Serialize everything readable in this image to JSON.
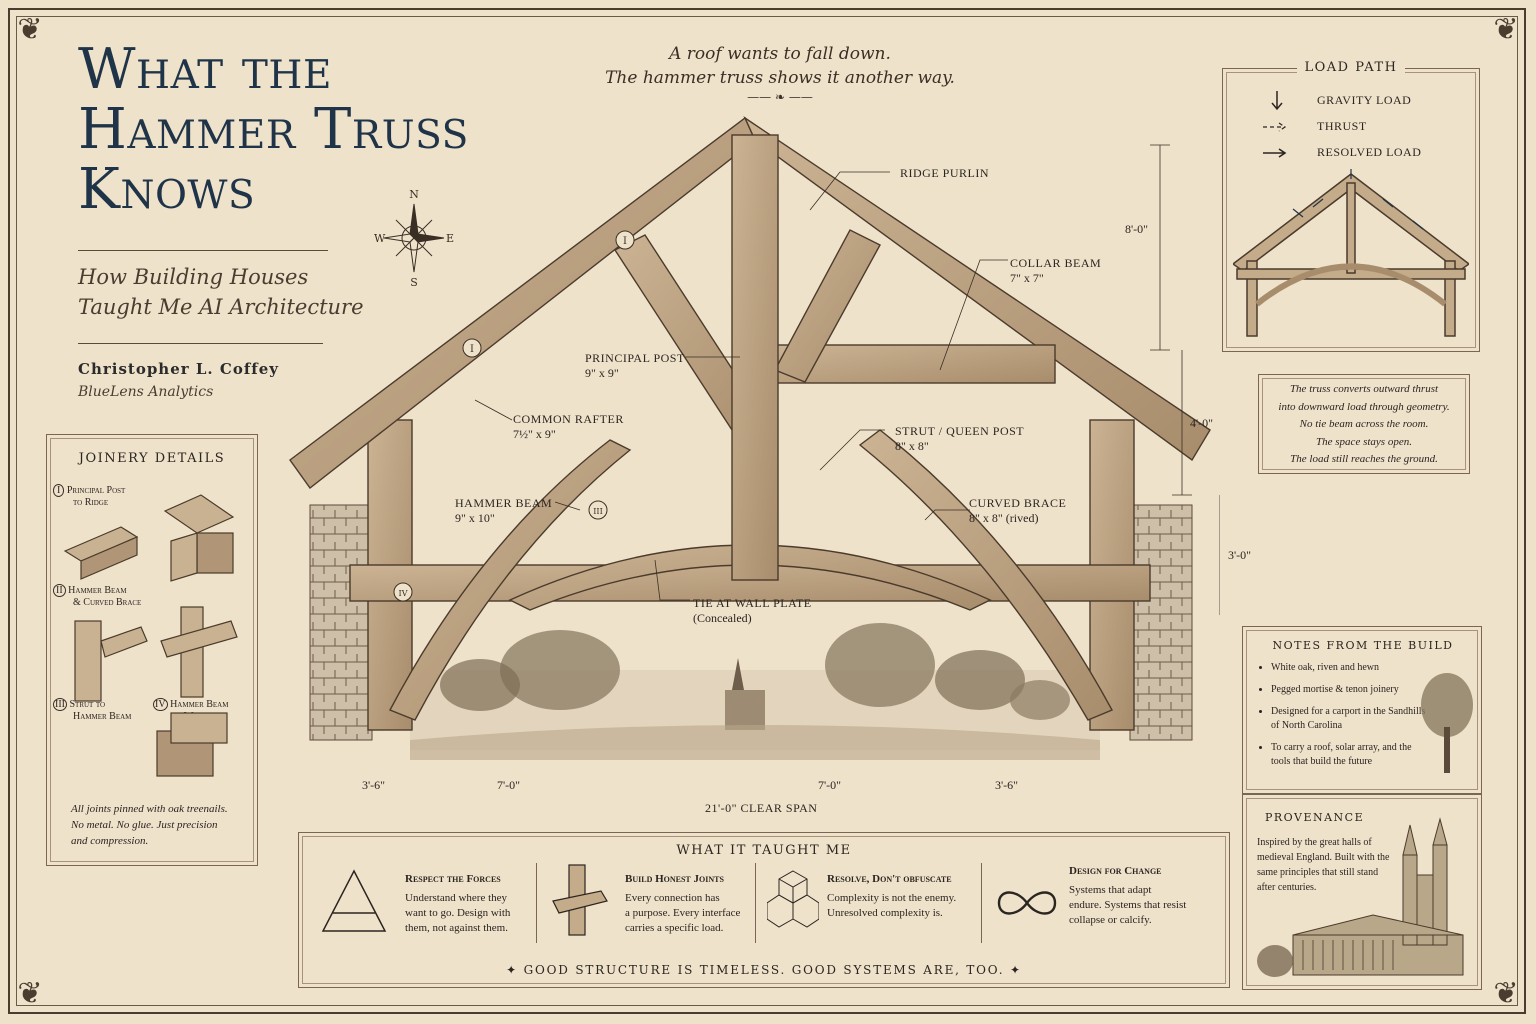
{
  "title": "What the Hammer Truss Knows",
  "subtitle": "How Building Houses Taught Me AI Architecture",
  "author": "Christopher L. Coffey",
  "company": "BlueLens Analytics",
  "tagline": [
    "A roof wants to fall down.",
    "The hammer truss shows it another way."
  ],
  "compass": {
    "n": "N",
    "s": "S",
    "e": "E",
    "w": "W"
  },
  "labels": {
    "ridge_purlin": "Ridge Purlin",
    "collar_beam": {
      "name": "Collar Beam",
      "size": "7\" x 7\""
    },
    "principal_post": {
      "name": "Principal Post",
      "size": "9\" x 9\""
    },
    "common_rafter": {
      "name": "Common Rafter",
      "size": "7½\" x 9\""
    },
    "strut": {
      "name": "Strut / Queen Post",
      "size": "8\" x 8\""
    },
    "hammer_beam": {
      "name": "Hammer Beam",
      "size": "9\" x 10\""
    },
    "curved_brace": {
      "name": "Curved Brace",
      "size": "8\" x 8\" (rived)"
    },
    "tie": {
      "name": "Tie at Wall Plate",
      "size": "(Concealed)"
    }
  },
  "roman": [
    "I",
    "I",
    "III",
    "IV"
  ],
  "dimensions": {
    "height_top": "8'-0\"",
    "height_mid": "4'-0\"",
    "height_low": "3'-0\"",
    "spans": [
      "3'-6\"",
      "7'-0\"",
      "7'-0\"",
      "3'-6\""
    ],
    "clear_span": "21'-0\" Clear Span"
  },
  "load_path": {
    "title": "Load Path",
    "legend": [
      "Gravity Load",
      "Thrust",
      "Resolved Load"
    ],
    "note": [
      "The truss converts outward thrust",
      "into downward load through geometry.",
      "No tie beam across the room.",
      "The space stays open.",
      "The load still reaches the ground."
    ]
  },
  "joinery": {
    "title": "Joinery Details",
    "items": [
      {
        "num": "I",
        "text": [
          "Principal Post",
          "to Ridge"
        ]
      },
      {
        "num": "II",
        "text": [
          "Hammer Beam",
          "& Curved Brace"
        ]
      },
      {
        "num": "III",
        "text": [
          "Strut to",
          "Hammer Beam"
        ]
      },
      {
        "num": "IV",
        "text": [
          "Hammer Beam",
          "at Wall"
        ]
      }
    ],
    "note": [
      "All joints pinned with oak treenails.",
      "No metal. No glue. Just precision",
      "and compression."
    ]
  },
  "lessons": {
    "title": "What It Taught Me",
    "items": [
      {
        "head": "Respect the Forces",
        "body": [
          "Understand where they",
          "want to go. Design with",
          "them, not against them."
        ]
      },
      {
        "head": "Build Honest Joints",
        "body": [
          "Every connection has",
          "a purpose. Every interface",
          "carries a specific load."
        ]
      },
      {
        "head": "Resolve, Don't obfuscate",
        "body": [
          "Complexity is not the enemy.",
          "Unresolved complexity is."
        ]
      },
      {
        "head": "Design for Change",
        "body": [
          "Systems that adapt",
          "endure. Systems that resist",
          "collapse or calcify."
        ]
      }
    ],
    "footer": "Good structure is timeless. Good systems are, too."
  },
  "notes": {
    "title": "Notes from the Build",
    "items": [
      "White oak, riven and hewn",
      "Pegged mortise & tenon joinery",
      "Designed for a carport in the Sandhills of North Carolina",
      "To carry a roof, solar array, and the tools that build the future"
    ]
  },
  "provenance": {
    "title": "Provenance",
    "text": [
      "Inspired by the great halls of",
      "medieval England. Built with the",
      "same principles that still stand",
      "after centuries."
    ]
  }
}
